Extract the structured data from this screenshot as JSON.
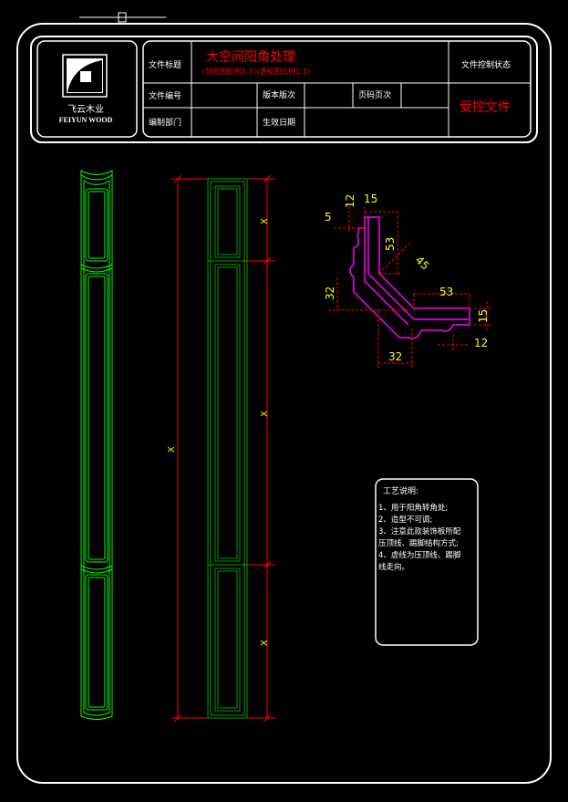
{
  "header": {
    "company_name": "飞云木业",
    "company_name_en": "FEIYUN WOOD",
    "labels": {
      "file_title": "文件标题",
      "file_number": "文件编号",
      "edit_dept": "编制部门",
      "version": "版本版次",
      "page_no": "页码页次",
      "effective_date": "生效日期",
      "file_control_status": "文件控制状态"
    },
    "title": "大空间阳角处理",
    "subtitle": "(顶图图比例5:1)(透视图比例1:1)",
    "control_status": "受控文件"
  },
  "drawing": {
    "dim_labels": {
      "x": "X"
    },
    "profile_dims": {
      "d12": "12",
      "d15_top": "15",
      "d5": "5",
      "d53_a": "53",
      "d45": "45",
      "d32_left": "32",
      "d53_b": "53",
      "d15_right": "15",
      "d12_bottom": "12",
      "d32_bottom": "32"
    }
  },
  "notes": {
    "title": "工艺说明:",
    "lines": [
      "1、用于阳角转角处;",
      "2、造型不可调;",
      "3、注意此款装饰板所配",
      "压顶线、踢脚结构方式;",
      "4、虚线为压顶线、踢脚",
      "线走向。"
    ]
  },
  "colors": {
    "frame": "#ffffff",
    "green": "#00ff00",
    "dark_green": "#00a000",
    "red": "#ff0000",
    "magenta": "#ff00ff",
    "yellow": "#ffff00"
  }
}
